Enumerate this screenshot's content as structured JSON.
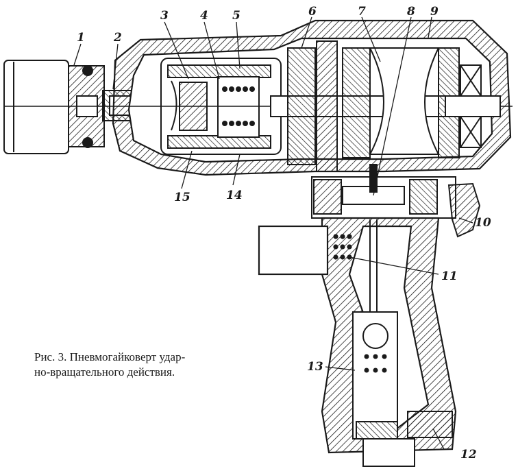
{
  "figure": {
    "caption_line1": "Рис. 3. Пневмогайковерт удар-",
    "caption_line2": "но-вращательного действия.",
    "callouts": [
      "1",
      "2",
      "3",
      "4",
      "5",
      "6",
      "7",
      "8",
      "9",
      "10",
      "11",
      "12",
      "13",
      "14",
      "15"
    ],
    "ink_color": "#1a1a1a",
    "paper_color": "#ffffff"
  }
}
